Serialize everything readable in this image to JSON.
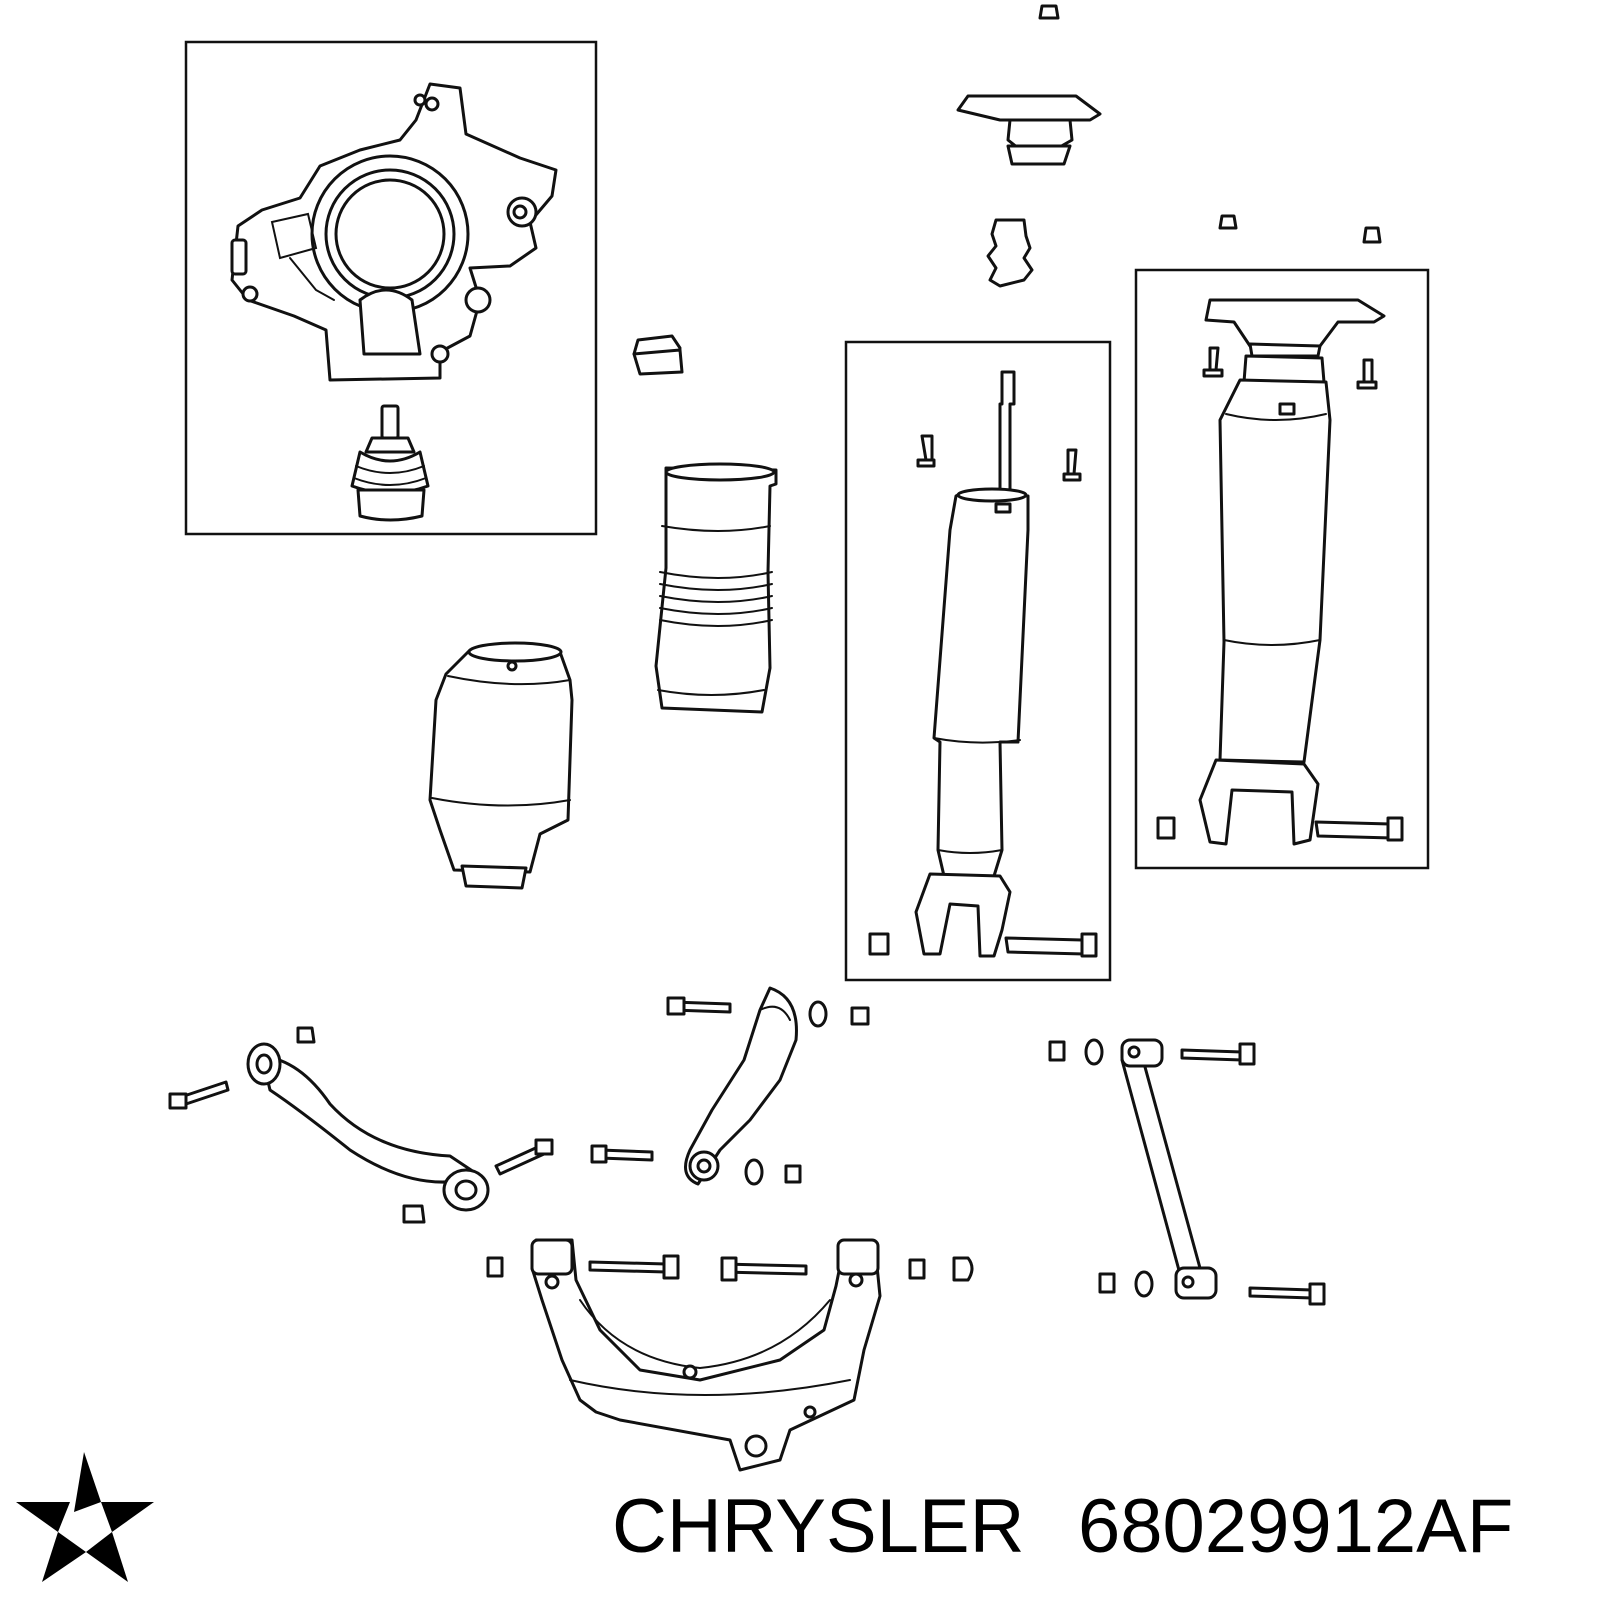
{
  "brand": {
    "name": "CHRYSLER",
    "logo": "chrysler-pentastar-logo",
    "logo_color": "#000000"
  },
  "part_number": "68029912AF",
  "colors": {
    "line": "#111111",
    "background": "#ffffff"
  }
}
